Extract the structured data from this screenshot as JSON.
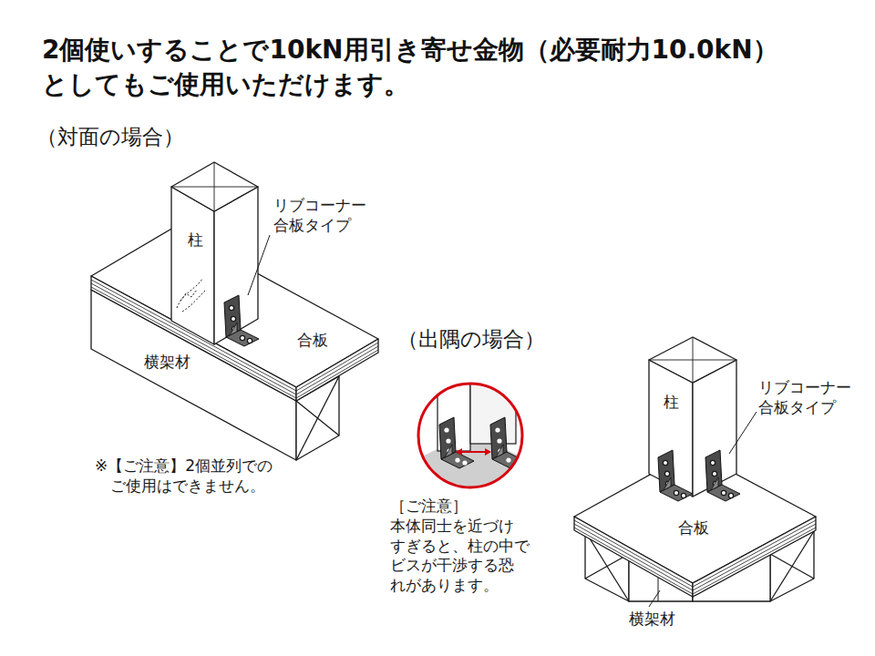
{
  "diagram": {
    "title": "2個使いすることで10kN用引き寄せ金物（必要耐力10.0kN） としてもご使用いただけます。",
    "labels": [
      "（対面の場合）",
      "柱",
      "リブコーナー 合板タイプ",
      "合板",
      "横架材",
      "※【ご注意】2個並列での ご使用はできません。",
      "（出隅の場合）",
      "［ご注意］ 本体同士を近づけ すぎると、柱の中で ビスが干渉する恐 れがあります。",
      "柱",
      "リブコーナー 合板タイプ",
      "合板",
      "横架材"
    ]
  }
}
